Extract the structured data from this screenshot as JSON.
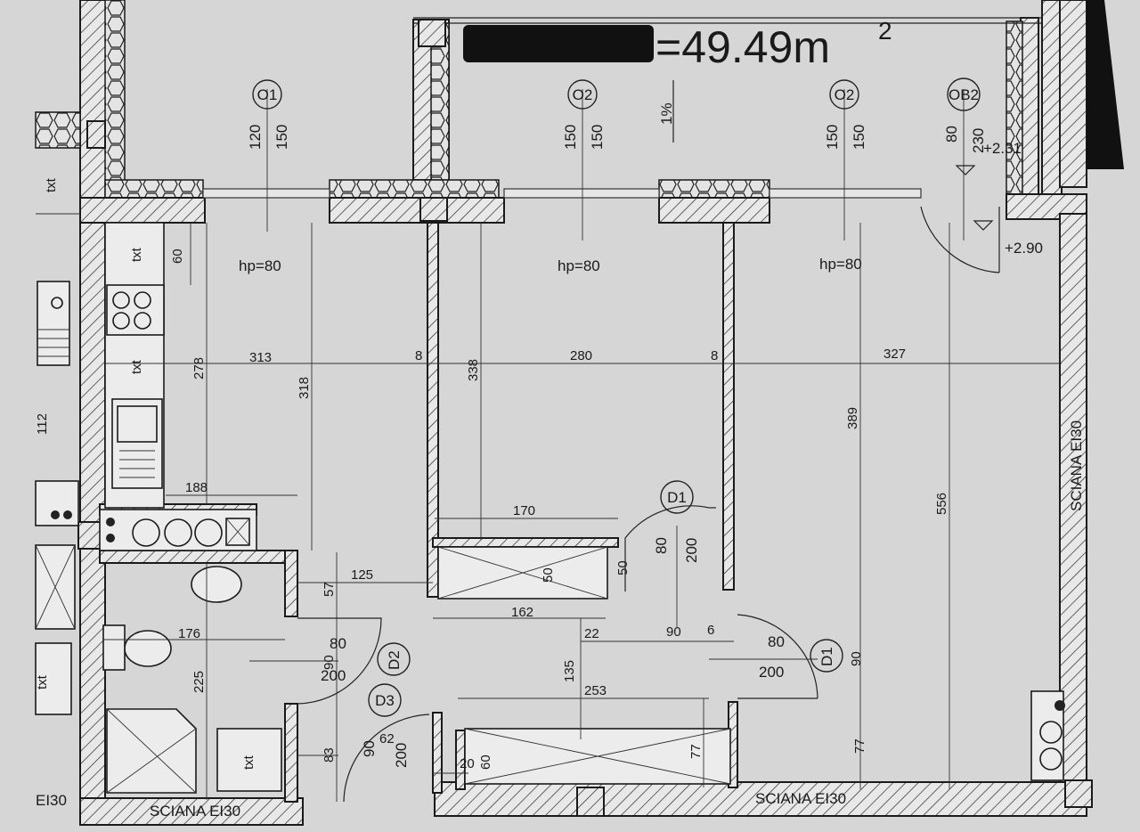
{
  "area_label": "=49.49m",
  "area_exponent": "2",
  "slope": "1%",
  "windows": [
    {
      "tag": "O1",
      "w": "120",
      "h": "150"
    },
    {
      "tag": "O2",
      "w": "150",
      "h": "150"
    },
    {
      "tag": "O2",
      "w": "150",
      "h": "150"
    },
    {
      "tag": "OB2",
      "w": "80",
      "h": "230"
    }
  ],
  "sill_labels": [
    "hp=80",
    "hp=80",
    "hp=80"
  ],
  "levels": [
    "+2.31",
    "+2.90"
  ],
  "doors": {
    "d1_upper": {
      "tag": "D1",
      "w": "80",
      "h": "200"
    },
    "d1_lower": {
      "tag": "D1",
      "w": "80",
      "h": "200"
    },
    "d2": {
      "tag": "D2",
      "w": "80",
      "h": "200"
    },
    "d3": {
      "tag": "D3",
      "w": "90",
      "h": "200"
    }
  },
  "dims": {
    "w313": "313",
    "w8a": "8",
    "w280": "280",
    "w8b": "8",
    "w327": "327",
    "h278": "278",
    "h318": "318",
    "h338": "338",
    "h389": "389",
    "h556": "556",
    "h60": "60",
    "h112": "112",
    "w188": "188",
    "w170": "170",
    "h50a": "50",
    "h50b": "50",
    "w125": "125",
    "h57": "57",
    "w162": "162",
    "w176": "176",
    "h225": "225",
    "w22": "22",
    "w90": "90",
    "w6": "6",
    "h135": "135",
    "w253": "253",
    "h77a": "77",
    "h77b": "77",
    "h83": "83",
    "w62": "62",
    "w20": "20",
    "h60b": "60",
    "h90a": "90",
    "h90b": "90"
  },
  "wall_labels": [
    "SCIANA EI30",
    "SCIANA EI30",
    "SCIANA EI30",
    "EI30"
  ],
  "vent_labels": [
    "txt",
    "txt",
    "txt",
    "txt",
    "txt"
  ]
}
